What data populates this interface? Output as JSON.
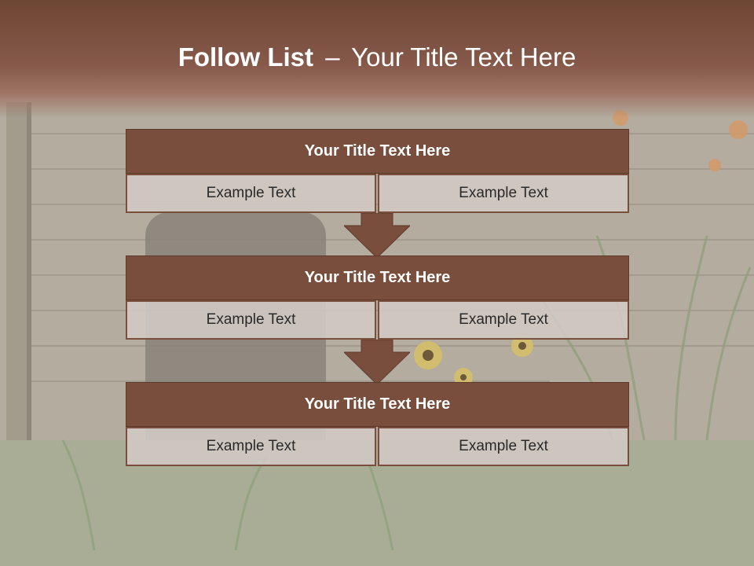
{
  "slide": {
    "title_bold": "Follow List",
    "title_separator": "–",
    "title_rest": "Your Title Text Here"
  },
  "steps": [
    {
      "title": "Your Title Text Here",
      "left": "Example Text",
      "right": "Example Text"
    },
    {
      "title": "Your Title Text Here",
      "left": "Example Text",
      "right": "Example Text"
    },
    {
      "title": "Your Title Text Here",
      "left": "Example Text",
      "right": "Example Text"
    }
  ],
  "colors": {
    "header_brown": "#7a4e3d",
    "cell_fill": "#d2cac4",
    "title_text": "#ffffff"
  }
}
